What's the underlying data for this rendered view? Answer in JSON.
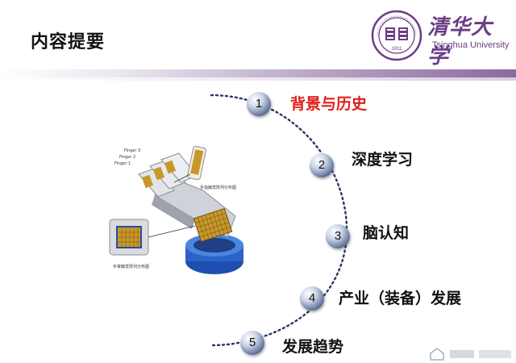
{
  "slide": {
    "title": "内容提要"
  },
  "logo": {
    "chinese_name": "清华大学",
    "english_name": "Tsinghua University",
    "seal_year": "1911",
    "brand_color": "#6b3c86"
  },
  "outline": {
    "items": [
      {
        "number": "1",
        "label": "背景与历史",
        "active": true
      },
      {
        "number": "2",
        "label": "深度学习",
        "active": false
      },
      {
        "number": "3",
        "label": "脑认知",
        "active": false
      },
      {
        "number": "4",
        "label": "产业（装备）发展",
        "active": false
      },
      {
        "number": "5",
        "label": "发展趋势",
        "active": false
      }
    ],
    "active_color": "#e0201b",
    "text_color": "#111111",
    "arc_color": "#2a3566"
  },
  "figure": {
    "description_icon": "robotic-hand-tactile-sensor-illustration",
    "finger_labels": [
      "Finger 1",
      "Finger 2",
      "Finger 3"
    ],
    "caption_fingertip": "手指触觉阵列分布图",
    "caption_palm": "手掌触觉阵列分布图"
  }
}
